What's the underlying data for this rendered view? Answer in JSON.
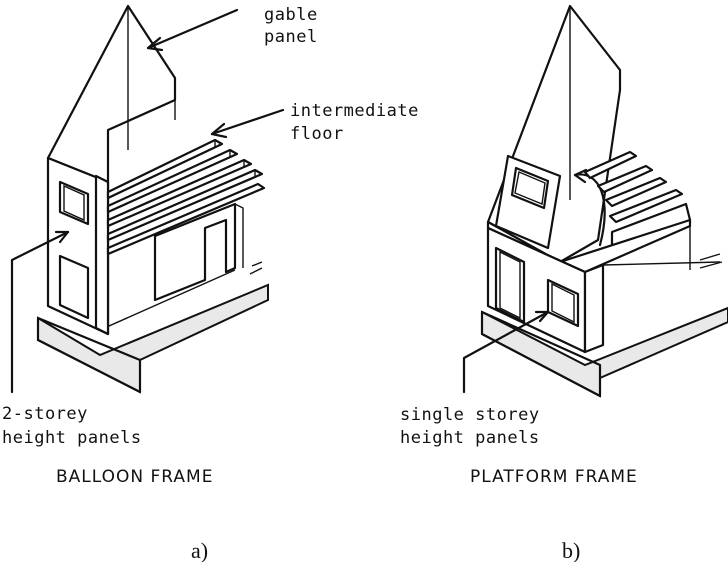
{
  "figure_a": {
    "label_gable": [
      "gable",
      "panel"
    ],
    "label_floor": [
      "intermediate",
      "floor"
    ],
    "label_panels": [
      "2-storey",
      "height panels"
    ],
    "caption": "BALLOON FRAME",
    "sub_label": "a)"
  },
  "figure_b": {
    "label_panels": [
      "single storey",
      "height panels"
    ],
    "caption": "PLATFORM FRAME",
    "sub_label": "b)"
  }
}
